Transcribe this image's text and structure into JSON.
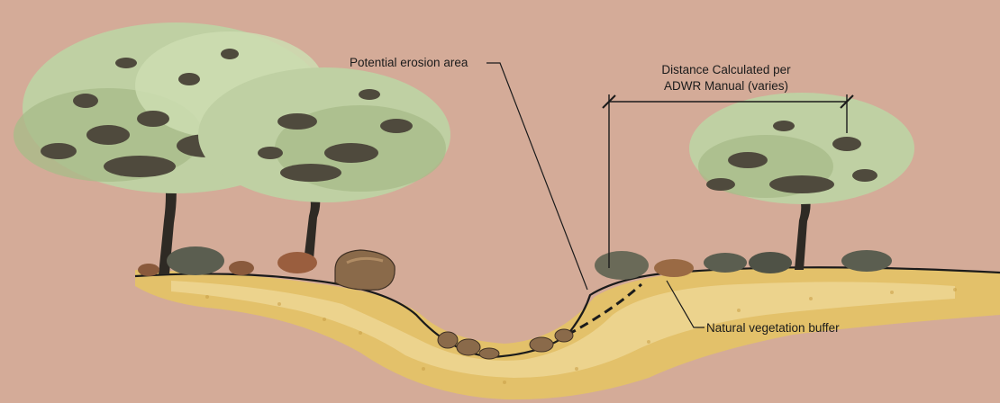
{
  "labels": {
    "erosion": "Potential erosion area",
    "distance_line1": "Distance Calculated per",
    "distance_line2": "ADWR Manual (varies)",
    "buffer": "Natural vegetation buffer"
  },
  "colors": {
    "background": "#d4ab98",
    "soil": "#e3c16a",
    "soil_light": "#efd89a",
    "foliage": "#bfd0a3",
    "foliage_dark": "#4f4a3d",
    "trunk": "#2e2a24",
    "boulder": "#8a6a4a",
    "line": "#1b1b1b"
  }
}
